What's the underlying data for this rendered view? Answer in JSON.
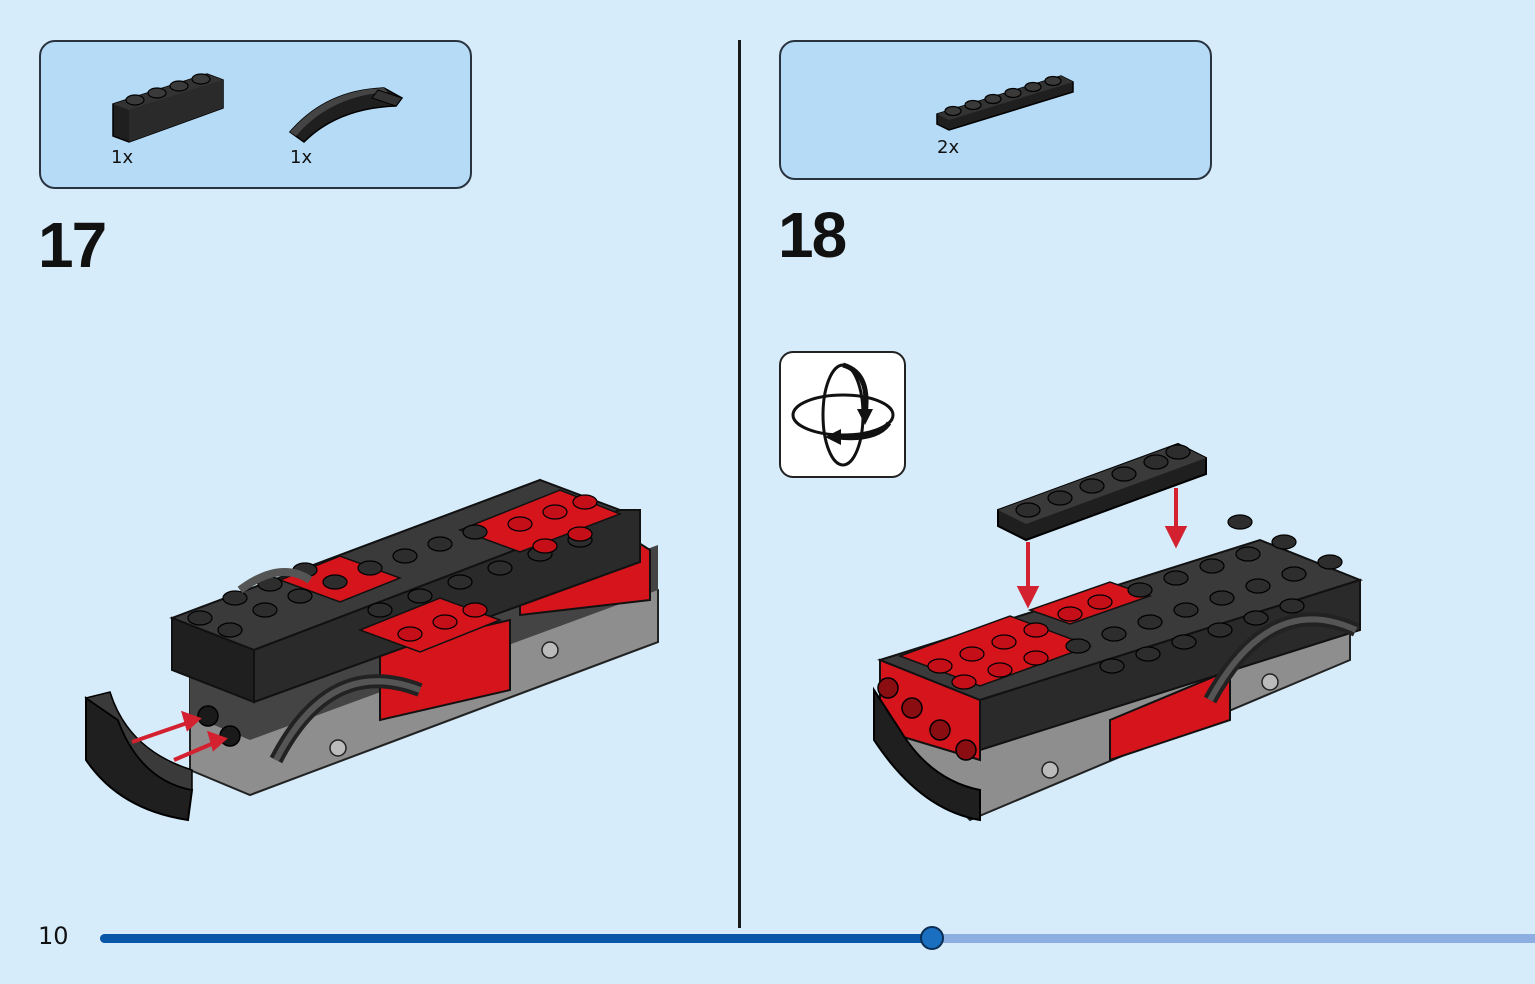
{
  "page": {
    "number": "10"
  },
  "progress": {
    "fraction": 0.58
  },
  "colors": {
    "background": "#d6ecfa",
    "parts_box": "#b5dbf6",
    "brick_black": "#1f1f1f",
    "brick_red": "#d6141c",
    "arrow_red": "#d4212f",
    "progress_fill": "#0b57a7",
    "progress_track": "#8daee0"
  },
  "steps": [
    {
      "number": "17",
      "parts": [
        {
          "name": "black-brick-1x4",
          "qty": "1x"
        },
        {
          "name": "black-curved-slope",
          "qty": "1x"
        }
      ]
    },
    {
      "number": "18",
      "parts": [
        {
          "name": "black-plate-1x6",
          "qty": "2x"
        }
      ],
      "icon": "rotate-model-icon"
    }
  ]
}
